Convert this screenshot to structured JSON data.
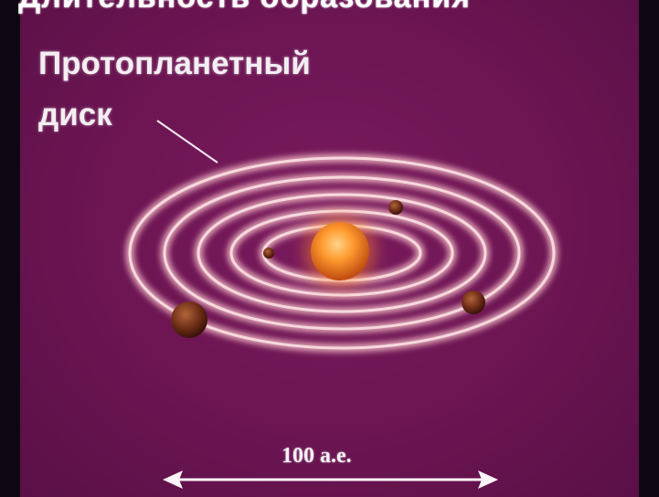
{
  "title": "Длительность образования",
  "label": {
    "line1": "Протопланетный",
    "line2": "диск"
  },
  "scale": {
    "text": "100 а.е."
  },
  "colors": {
    "background": "#6a1650",
    "frame": "#0d0714",
    "ring": "#f2c7c6",
    "star": "#ff9a2e",
    "planet": "#7a3a1e"
  }
}
